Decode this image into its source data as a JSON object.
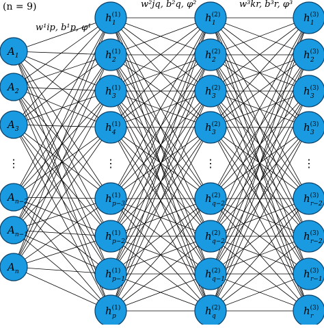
{
  "header": {
    "n_label": "(n = 9)",
    "weights_1": "w¹ip, b¹p, φ¹",
    "weights_2": "w²jq, b²q, φ²",
    "weights_3": "w³kr, b³r, φ³"
  },
  "colors": {
    "node_fill": "#1a9ae0",
    "node_stroke": "#0a3f66",
    "edge": "#000000"
  },
  "layers": [
    {
      "id": "input",
      "nodes": [
        {
          "base": "A",
          "sub": "1",
          "sup": ""
        },
        {
          "base": "A",
          "sub": "2",
          "sup": ""
        },
        {
          "base": "A",
          "sub": "3",
          "sup": ""
        },
        {
          "base": "⋮",
          "sub": "",
          "sup": "",
          "ellipsis": true
        },
        {
          "base": "A",
          "sub": "n−2",
          "sup": ""
        },
        {
          "base": "A",
          "sub": "n−1",
          "sup": ""
        },
        {
          "base": "A",
          "sub": "n",
          "sup": ""
        }
      ]
    },
    {
      "id": "hidden1",
      "nodes": [
        {
          "base": "h",
          "sub": "1",
          "sup": "(1)"
        },
        {
          "base": "h",
          "sub": "2",
          "sup": "(1)"
        },
        {
          "base": "h",
          "sub": "3",
          "sup": "(1)"
        },
        {
          "base": "h",
          "sub": "4",
          "sup": "(1)"
        },
        {
          "base": "⋮",
          "sub": "",
          "sup": "",
          "ellipsis": true
        },
        {
          "base": "h",
          "sub": "p−3",
          "sup": "(1)"
        },
        {
          "base": "h",
          "sub": "p−2",
          "sup": "(1)"
        },
        {
          "base": "h",
          "sub": "p−1",
          "sup": "(1)"
        },
        {
          "base": "h",
          "sub": "p",
          "sup": "(1)"
        }
      ]
    },
    {
      "id": "hidden2",
      "nodes": [
        {
          "base": "h",
          "sub": "1",
          "sup": "(2)"
        },
        {
          "base": "h",
          "sub": "2",
          "sup": "(2)"
        },
        {
          "base": "h",
          "sub": "3",
          "sup": "(2)"
        },
        {
          "base": "h",
          "sub": "3",
          "sup": "(2)"
        },
        {
          "base": "⋮",
          "sub": "",
          "sup": "",
          "ellipsis": true
        },
        {
          "base": "h",
          "sub": "q−2",
          "sup": "(2)"
        },
        {
          "base": "h",
          "sub": "q−2",
          "sup": "(2)"
        },
        {
          "base": "h",
          "sub": "q−1",
          "sup": "(2)"
        },
        {
          "base": "h",
          "sub": "q",
          "sup": "(2)"
        }
      ]
    },
    {
      "id": "hidden3",
      "nodes": [
        {
          "base": "h",
          "sub": "1",
          "sup": "(3)"
        },
        {
          "base": "h",
          "sub": "2",
          "sup": "(3)"
        },
        {
          "base": "h",
          "sub": "3",
          "sup": "(3)"
        },
        {
          "base": "h",
          "sub": "3",
          "sup": "(3)"
        },
        {
          "base": "⋮",
          "sub": "",
          "sup": "",
          "ellipsis": true
        },
        {
          "base": "h",
          "sub": "r−2",
          "sup": "(3)"
        },
        {
          "base": "h",
          "sub": "r−2",
          "sup": "(3)"
        },
        {
          "base": "h",
          "sub": "r−1",
          "sup": "(3)"
        },
        {
          "base": "h",
          "sub": "r",
          "sup": "(3)"
        }
      ]
    }
  ]
}
